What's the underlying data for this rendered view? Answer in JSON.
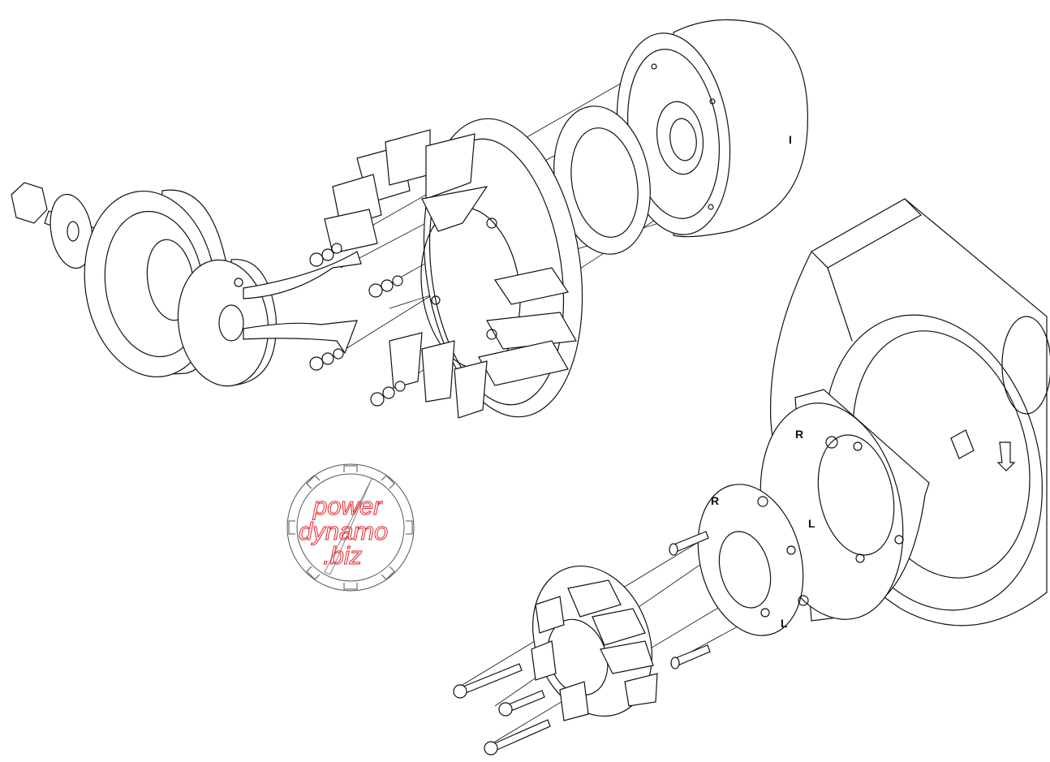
{
  "diagram": {
    "title": "Exploded view of flywheel, fan, ignition plate and stator assembly",
    "markings": {
      "plate_large_r": "R",
      "plate_large_l": "L",
      "plate_small_r": "R",
      "plate_small_l": "L",
      "drum_mark": "I"
    }
  },
  "logo": {
    "line1": "power",
    "line2": "dynamo",
    "line3": ".biz",
    "text_color": "#e8202a",
    "ring_color": "#555555"
  }
}
